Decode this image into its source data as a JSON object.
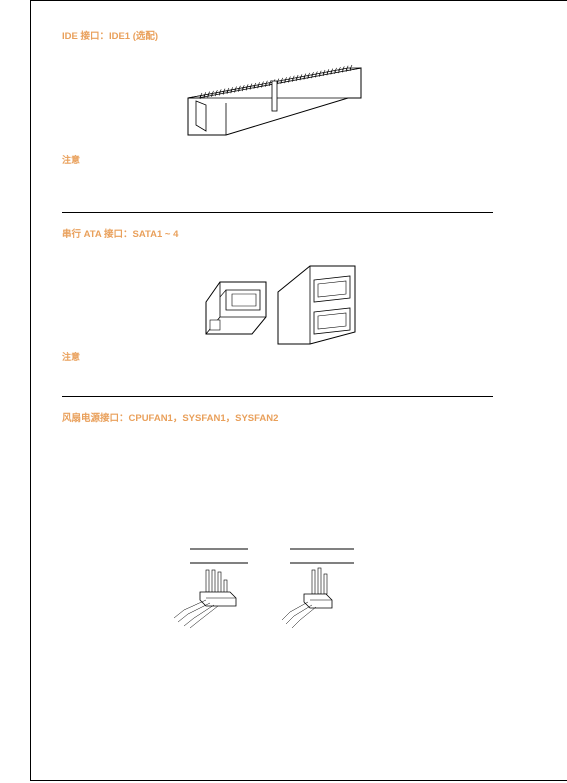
{
  "sections": {
    "ide": {
      "heading": "IDE 接口：IDE1 (选配)",
      "note": "注意"
    },
    "sata": {
      "heading": "串行 ATA 接口：SATA1 ~ 4",
      "note": "注意"
    },
    "fan": {
      "heading": "风扇电源接口：CPUFAN1，SYSFAN1，SYSFAN2"
    }
  },
  "colors": {
    "heading": "#e9a05b",
    "line": "#000000"
  }
}
